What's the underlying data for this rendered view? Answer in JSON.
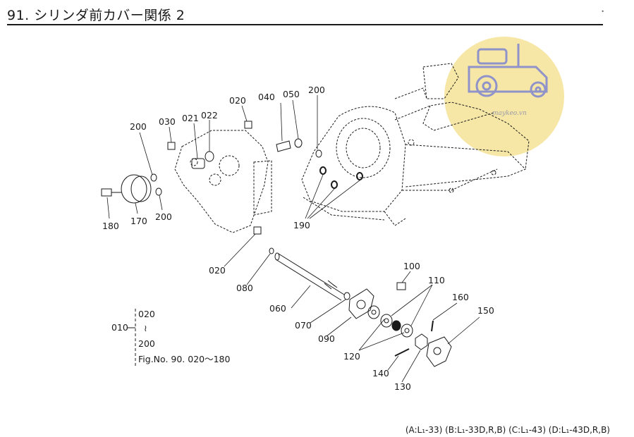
{
  "header": {
    "title": "91. シリンダ前カバー関係 2"
  },
  "parts": [
    {
      "id": "p-020a",
      "label": "020"
    },
    {
      "id": "p-040",
      "label": "040"
    },
    {
      "id": "p-050",
      "label": "050"
    },
    {
      "id": "p-200a",
      "label": "200"
    },
    {
      "id": "p-200b",
      "label": "200"
    },
    {
      "id": "p-030",
      "label": "030"
    },
    {
      "id": "p-021",
      "label": "021"
    },
    {
      "id": "p-022",
      "label": "022"
    },
    {
      "id": "p-180",
      "label": "180"
    },
    {
      "id": "p-170",
      "label": "170"
    },
    {
      "id": "p-200c",
      "label": "200"
    },
    {
      "id": "p-190",
      "label": "190"
    },
    {
      "id": "p-020b",
      "label": "020"
    },
    {
      "id": "p-080",
      "label": "080"
    },
    {
      "id": "p-060",
      "label": "060"
    },
    {
      "id": "p-070",
      "label": "070"
    },
    {
      "id": "p-090",
      "label": "090"
    },
    {
      "id": "p-100",
      "label": "100"
    },
    {
      "id": "p-110",
      "label": "110"
    },
    {
      "id": "p-160",
      "label": "160"
    },
    {
      "id": "p-150",
      "label": "150"
    },
    {
      "id": "p-120",
      "label": "120"
    },
    {
      "id": "p-140",
      "label": "140"
    },
    {
      "id": "p-130",
      "label": "130"
    }
  ],
  "assembly_callout": {
    "main": "010",
    "from": "020",
    "tilde": "≀",
    "to": "200",
    "ref": "Fig.No. 90. 020～180"
  },
  "footer": {
    "models": "(A:L₁-33) (B:L₁-33D,R,B) (C:L₁-43) (D:L₁-43D,R,B)"
  },
  "watermark": {
    "text": "maykeo.vn",
    "icon": "tractor-icon",
    "circle_color": "#f6e7a6",
    "icon_color": "#8f93c9"
  },
  "colors": {
    "ink": "#1a1a1a"
  }
}
